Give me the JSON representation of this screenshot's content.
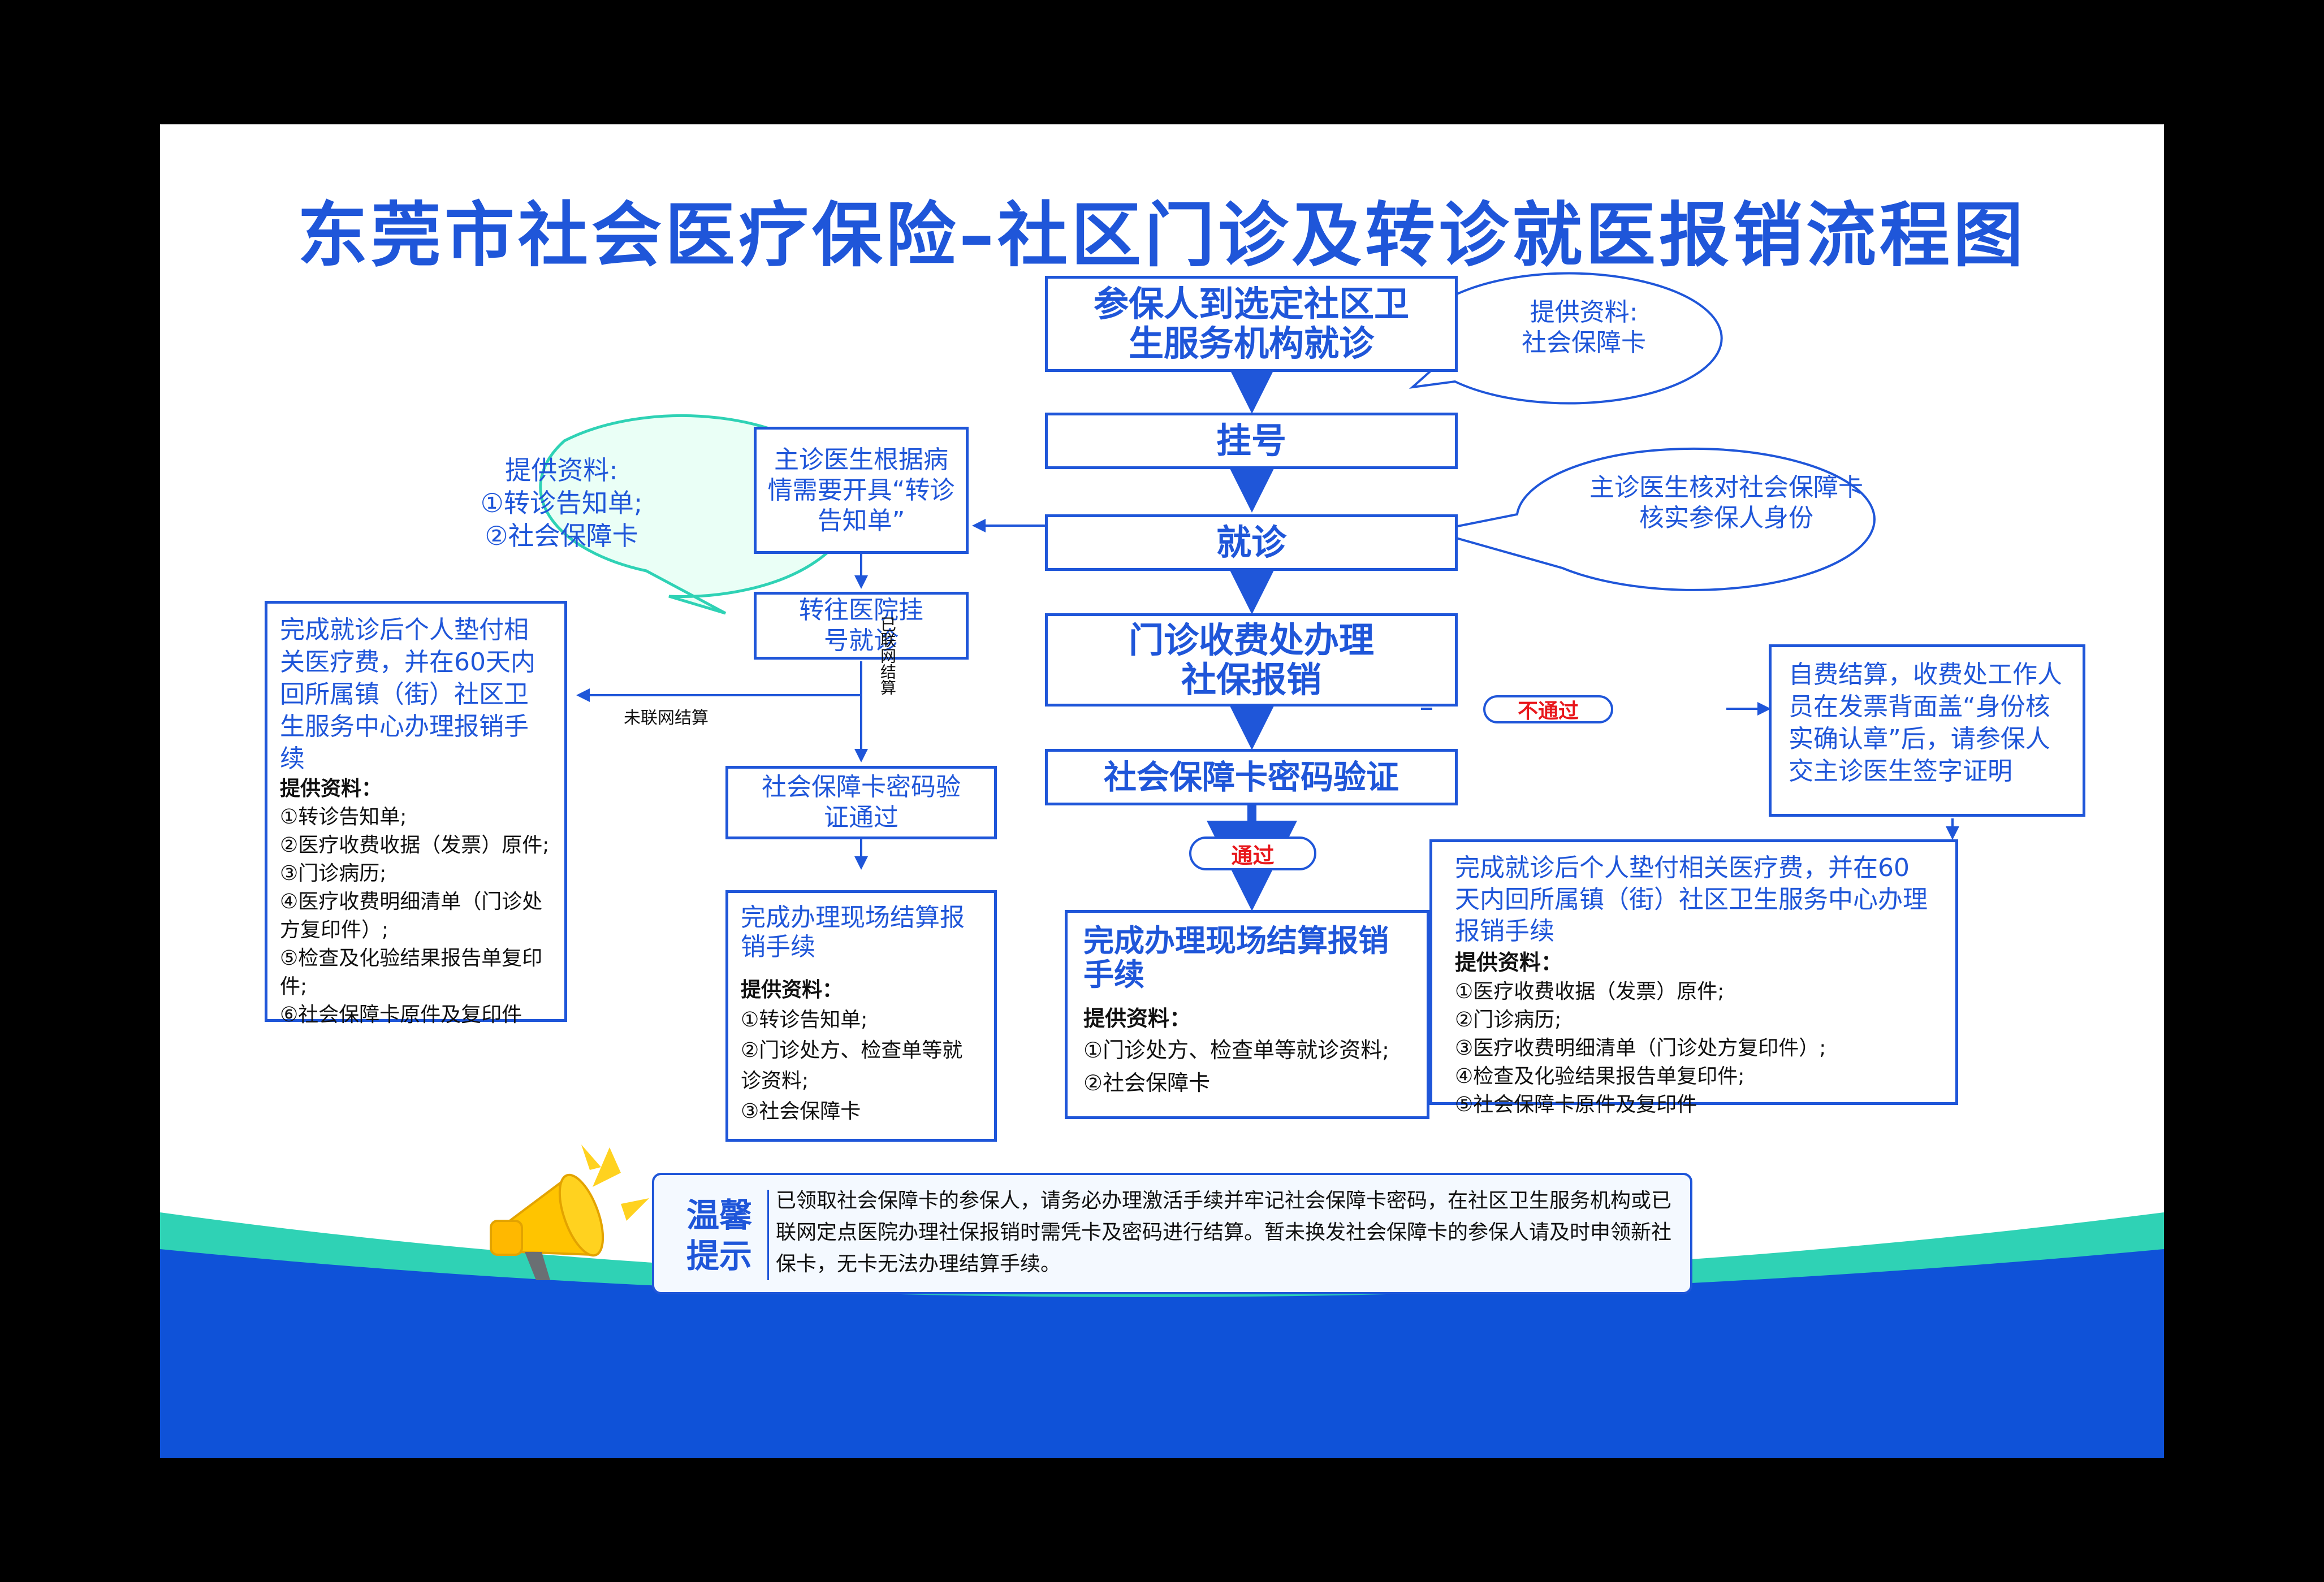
{
  "title": "东莞市社会医疗保险–社区门诊及转诊就医报销流程图",
  "colors": {
    "primary": "#1f56d9",
    "danger": "#e8171c",
    "teal": "#2fd2b5",
    "bubble_teal": "#eafff6",
    "band": "#0f52d8"
  },
  "steps": {
    "s1": "参保人到选定社区卫生服务机构就诊",
    "s2": "挂号",
    "s3": "就诊",
    "s4": "门诊收费处办理社保报销",
    "s5": "社会保障卡密码验证"
  },
  "bubbles": {
    "b1": {
      "line1": "提供资料:",
      "line2": "社会保障卡"
    },
    "b2": {
      "line1": "主诊医生核对社会保障卡",
      "line2": "核实参保人身份"
    },
    "b3": {
      "line1": "提供资料:",
      "line2": "①转诊告知单;",
      "line3": "②社会保障卡"
    }
  },
  "referral": {
    "doctor_note": "主诊医生根据病情需要开具“转诊告知单”",
    "transfer": "转往医院挂号就诊",
    "verified": "社会保障卡密码验证通过",
    "label_online": "已联网结算",
    "label_offline": "未联网结算"
  },
  "pills": {
    "fail": "不通过",
    "pass": "通过"
  },
  "left_panel": {
    "desc": "完成就诊后个人垫付相关医疗费，并在60天内回所属镇（街）社区卫生服务中心办理报销手续",
    "heading": "提供资料：",
    "items": [
      "①转诊告知单;",
      "②医疗收费收据（发票）原件;",
      "③门诊病历;",
      "④医疗收费明细清单（门诊处方复印件）;",
      "⑤检查及化验结果报告单复印件;",
      "⑥社会保障卡原件及复印件"
    ]
  },
  "mid_panel": {
    "desc": "完成办理现场结算报销手续",
    "heading": "提供资料：",
    "items": [
      "①转诊告知单;",
      "②门诊处方、检查单等就诊资料;",
      "③社会保障卡"
    ]
  },
  "center_panel": {
    "desc": "完成办理现场结算报销手续",
    "heading": "提供资料：",
    "items": [
      "①门诊处方、检查单等就诊资料;",
      "②社会保障卡"
    ]
  },
  "self_pay": "自费结算，收费处工作人员在发票背面盖“身份核实确认章”后，请参保人交主诊医生签字证明",
  "right_panel": {
    "desc": "完成就诊后个人垫付相关医疗费，并在60天内回所属镇（街）社区卫生服务中心办理报销手续",
    "heading": "提供资料：",
    "items": [
      "①医疗收费收据（发票）原件;",
      "②门诊病历;",
      "③医疗收费明细清单（门诊处方复印件）;",
      "④检查及化验结果报告单复印件;",
      "⑤社会保障卡原件及复印件"
    ]
  },
  "tip": {
    "label_line1": "温馨",
    "label_line2": "提示",
    "text": "已领取社会保障卡的参保人，请务必办理激活手续并牢记社会保障卡密码，在社区卫生服务机构或已联网定点医院办理社保报销时需凭卡及密码进行结算。暂未换发社会保障卡的参保人请及时申领新社保卡，无卡无法办理结算手续。"
  },
  "icons": {
    "megaphone": "megaphone-icon"
  }
}
